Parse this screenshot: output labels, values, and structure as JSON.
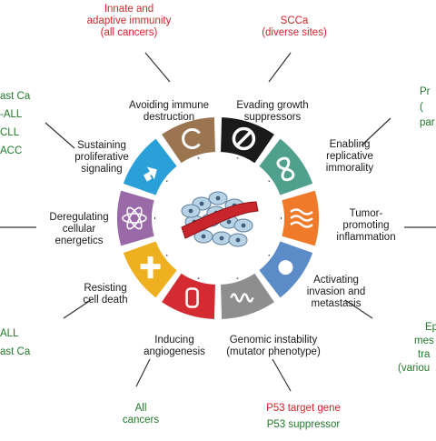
{
  "hallmarks": {
    "avoiding_immune": [
      "Avoiding immune",
      "destruction"
    ],
    "evading_growth": [
      "Evading growth",
      "suppressors"
    ],
    "enabling_replicative": [
      "Enabling",
      "replicative",
      "immorality"
    ],
    "tumor_promoting": [
      "Tumor-",
      "promoting",
      "inflammation"
    ],
    "activating_invasion": [
      "Activating",
      "invasion and",
      "metastasis"
    ],
    "genomic_instability": [
      "Genomic instability",
      "(mutator phenotype)"
    ],
    "inducing_angiogenesis": [
      "Inducing",
      "angiogenesis"
    ],
    "resisting_cell_death": [
      "Resisting",
      "cell death"
    ],
    "deregulating_energetics": [
      "Deregulating",
      "cellular",
      "energetics"
    ],
    "sustaining_proliferative": [
      "Sustaining",
      "proliferative",
      "signaling"
    ]
  },
  "annotations": {
    "top_left": [
      "Innate and",
      "adaptive immunity",
      "(all cancers)"
    ],
    "top_right": [
      "SCCa",
      "(diverse sites)"
    ],
    "left_upper": [
      "ast Ca",
      "-ALL",
      "CLL",
      "ACC"
    ],
    "right_upper": [
      "Pr",
      "(",
      "par"
    ],
    "left_lower": [
      "ALL",
      "ast Ca"
    ],
    "right_lower": [
      "Ep",
      "mes",
      "tra",
      "(variou"
    ],
    "bottom_left": [
      "All",
      "cancers"
    ],
    "bottom_right_red": "P53 target gene",
    "bottom_right_green": "P53 suppressor"
  },
  "segment_colors": {
    "avoiding_immune": "#9b7450",
    "evading_growth": "#1a1a1a",
    "enabling_replicative": "#4fa08c",
    "tumor_promoting": "#ee7a2a",
    "activating_invasion": "#5b8cc8",
    "genomic_instability": "#8e8e8e",
    "inducing_angiogenesis": "#d42b33",
    "resisting_cell_death": "#efb020",
    "deregulating_energetics": "#9a6aa8",
    "sustaining_proliferative": "#2aa0d8"
  }
}
